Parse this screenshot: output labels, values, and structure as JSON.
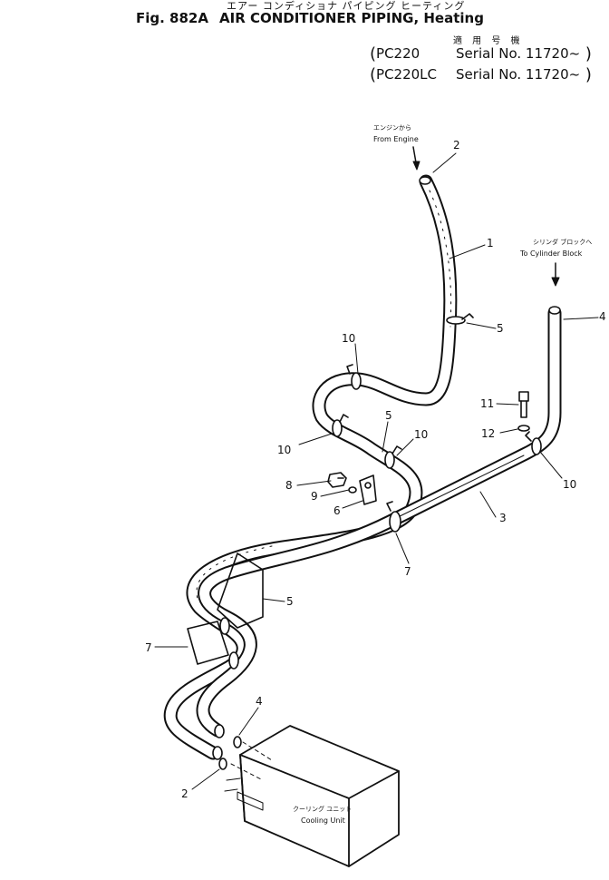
{
  "header": {
    "title_jp": "エアー コンディショナ パイピング  ヒーティング",
    "fig_number": "Fig. 882A",
    "fig_title": "AIR CONDITIONER PIPING, Heating",
    "applicable_jp": "適 用 号 機",
    "applicability": [
      {
        "model": "PC220",
        "serial": "Serial No. 11720~"
      },
      {
        "model": "PC220LC",
        "serial": "Serial No. 11720~"
      }
    ]
  },
  "annotations": {
    "from_engine_jp": "エンジンから",
    "from_engine": "From Engine",
    "to_cylinder_jp": "シリンダ ブロックへ",
    "to_cylinder": "To Cylinder Block",
    "cooling_unit_jp": "クーリング ユニット",
    "cooling_unit": "Cooling Unit"
  },
  "callouts": {
    "c1": "1",
    "c2a": "2",
    "c2b": "2",
    "c3": "3",
    "c4a": "4",
    "c4b": "4",
    "c5a": "5",
    "c5b": "5",
    "c5c": "5",
    "c6": "6",
    "c7a": "7",
    "c7b": "7",
    "c8": "8",
    "c9": "9",
    "c10a": "10",
    "c10b": "10",
    "c10c": "10",
    "c10d": "10",
    "c11": "11",
    "c12": "12"
  },
  "colors": {
    "ink": "#111111",
    "paper": "#ffffff"
  }
}
